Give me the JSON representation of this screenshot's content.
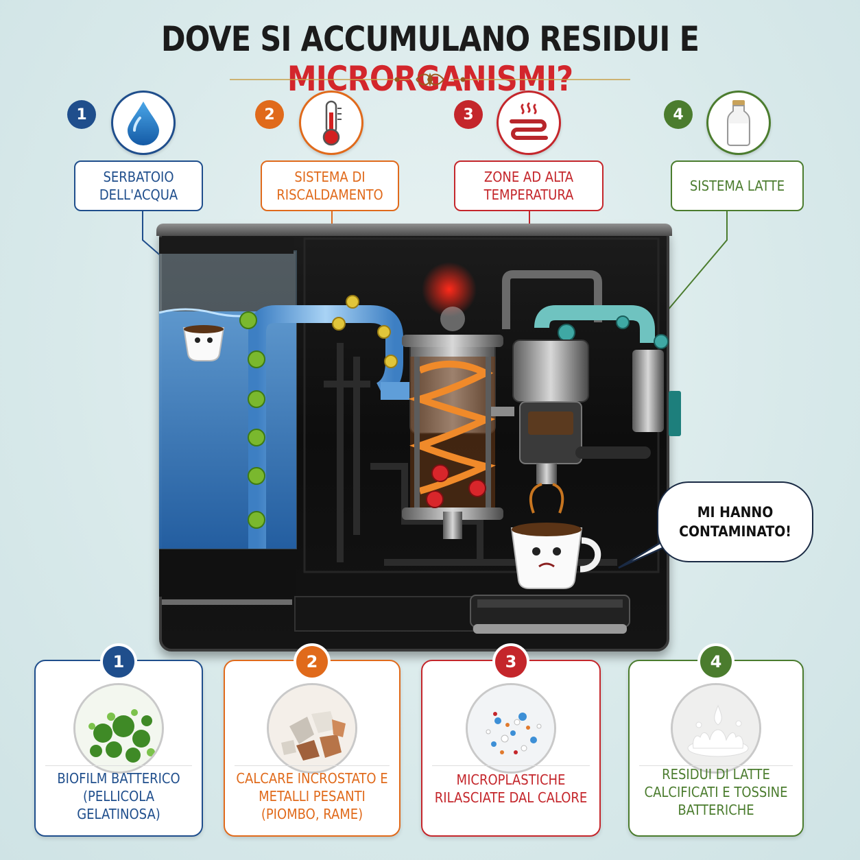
{
  "title": {
    "part1": "DOVE SI ACCUMULANO RESIDUI E ",
    "accent": "MICRORGANISMI?",
    "accent_color": "#d3262c"
  },
  "callouts": [
    {
      "number": "1",
      "label": "SERBATOIO DELL'ACQUA",
      "icon": "water-drop-icon",
      "color": "#1f4e8c"
    },
    {
      "number": "2",
      "label": "SISTEMA DI RISCALDAMENTO",
      "icon": "thermometer-icon",
      "color": "#e06a1b"
    },
    {
      "number": "3",
      "label": "ZONE AD ALTA TEMPERATURA",
      "icon": "heating-coil-icon",
      "color": "#c4262b"
    },
    {
      "number": "4",
      "label": "SISTEMA LATTE",
      "icon": "milk-bottle-icon",
      "color": "#4b7c2e"
    }
  ],
  "speech_bubble": "MI HANNO CONTAMINATO!",
  "cards": [
    {
      "number": "1",
      "text": "BIOFILM BATTERICO (PELLICOLA GELATINOSA)",
      "image": "green-biofilm",
      "color": "#1f4e8c"
    },
    {
      "number": "2",
      "text": "CALCARE INCROSTATO E METALLI PESANTI (PIOMBO, RAME)",
      "image": "limescale-rocks",
      "color": "#e06a1b"
    },
    {
      "number": "3",
      "text": "MICROPLASTICHE RILASCIATE DAL CALORE",
      "image": "microplastic-particles",
      "color": "#c4262b"
    },
    {
      "number": "4",
      "text": "RESIDUI DI LATTE CALCIFICATI E TOSSINE BATTERICHE",
      "image": "milk-splash",
      "color": "#4b7c2e"
    }
  ]
}
